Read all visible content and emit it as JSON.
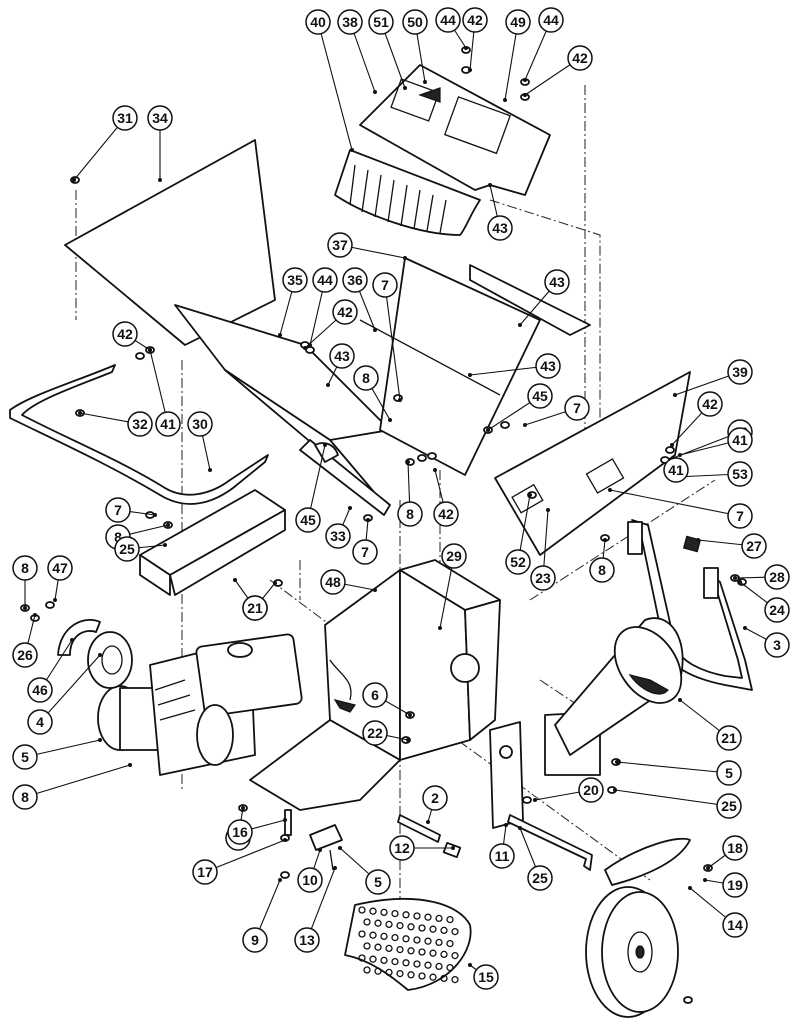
{
  "diagram": {
    "type": "exploded-parts-diagram",
    "callouts": [
      "40",
      "38",
      "51",
      "50",
      "44",
      "42",
      "49",
      "44",
      "42",
      "31",
      "34",
      "37",
      "43",
      "43",
      "35",
      "44",
      "36",
      "7",
      "42",
      "43",
      "43",
      "8",
      "39",
      "42",
      "41",
      "45",
      "7",
      "42",
      "32",
      "41",
      "30",
      "7",
      "8",
      "45",
      "33",
      "7",
      "8",
      "42",
      "44",
      "41",
      "53",
      "7",
      "8",
      "52",
      "23",
      "25",
      "1",
      "21",
      "48",
      "29",
      "27",
      "8",
      "47",
      "28",
      "24",
      "26",
      "46",
      "4",
      "3",
      "6",
      "22",
      "21",
      "5",
      "8",
      "7",
      "5",
      "25",
      "20",
      "16",
      "17",
      "2",
      "12",
      "11",
      "25",
      "18",
      "10",
      "5",
      "19",
      "9",
      "13",
      "14",
      "15"
    ]
  }
}
